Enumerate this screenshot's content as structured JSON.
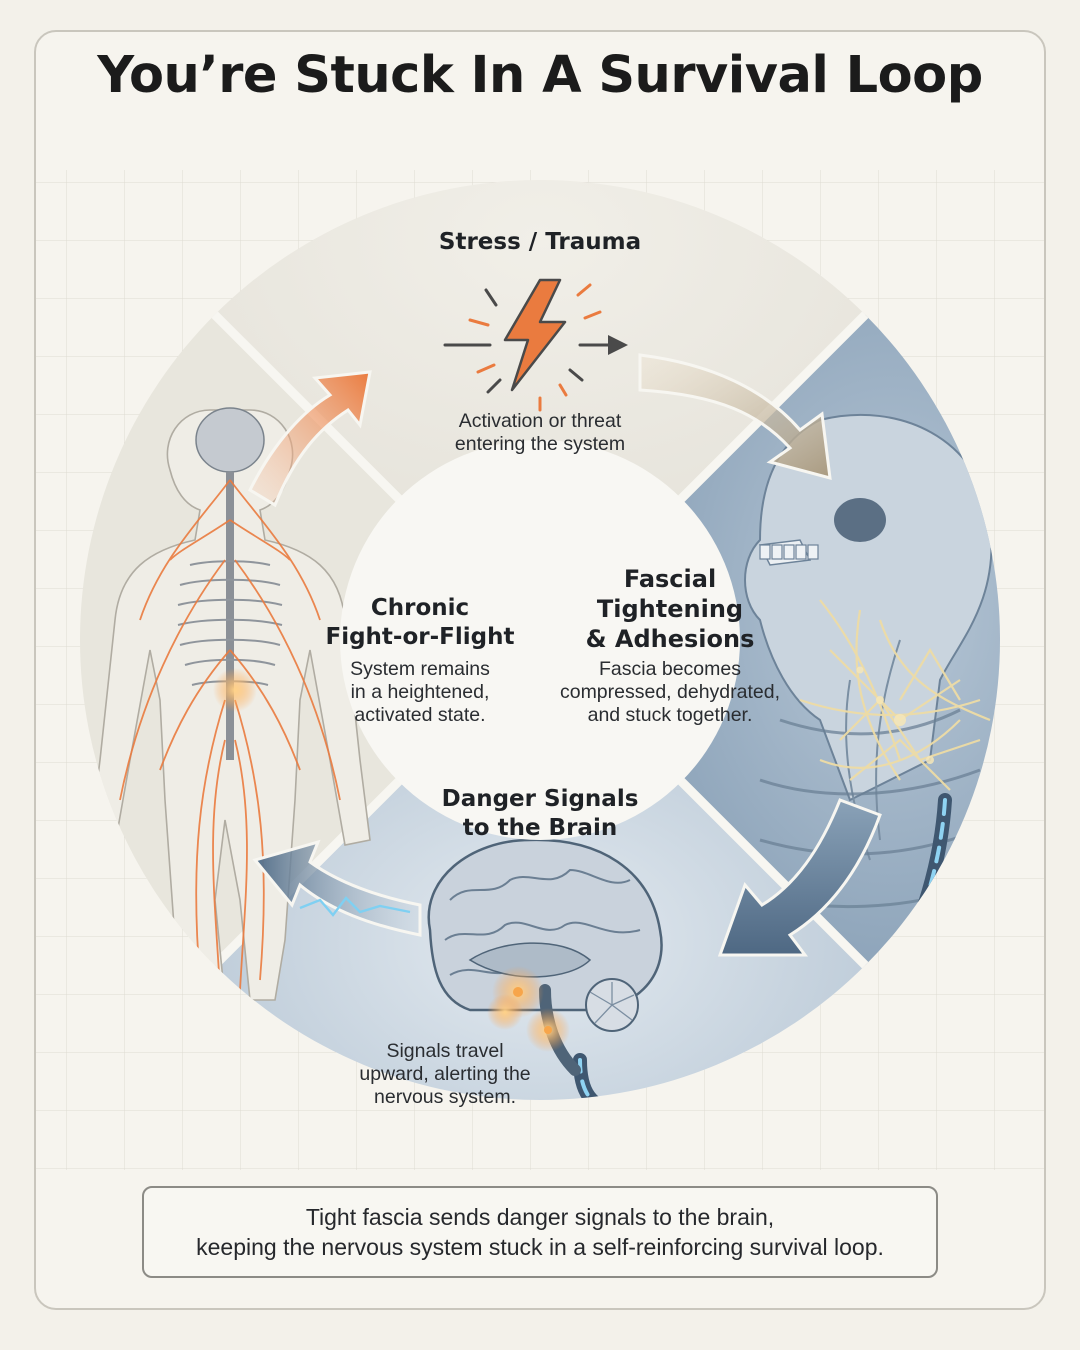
{
  "title": "You’re Stuck In A Survival Loop",
  "stages": [
    {
      "id": "stress",
      "heading": [
        "Stress / Trauma"
      ],
      "description": [
        "Activation or threat",
        "entering the system"
      ]
    },
    {
      "id": "fascial",
      "heading": [
        "Fascial",
        "Tightening",
        "& Adhesions"
      ],
      "description": [
        "Fascia becomes",
        "compressed, dehydrated,",
        "and stuck together."
      ]
    },
    {
      "id": "danger",
      "heading": [
        "Danger Signals",
        "to the Brain"
      ],
      "description": [
        "Signals travel",
        "upward, alerting the",
        "nervous system."
      ]
    },
    {
      "id": "chronic",
      "heading": [
        "Chronic",
        "Fight-or-Flight"
      ],
      "description": [
        "System remains",
        "in a heightened,",
        "activated state."
      ]
    }
  ],
  "summary": {
    "line1": "Tight fascia sends danger signals to the brain,",
    "line2": "keeping the nervous system stuck in a self-reinforcing survival loop."
  },
  "colors": {
    "background": "#f3f1ea",
    "stress_segment": "#ebe9e1",
    "fascial_segment": "#9fb3c5",
    "danger_segment": "#c3d0dc",
    "chronic_segment": "#e7e5dc",
    "accent_orange": "#ea7b3f",
    "accent_blue": "#5a7895",
    "signal_blue": "#66bfe8",
    "fascia_gold": "#e7d39a"
  },
  "icons": {
    "stress": "lightning-bolt-icon",
    "fascial": "skull-neck-fascia-illustration",
    "danger": "brain-illustration",
    "chronic": "nervous-system-body-illustration"
  }
}
